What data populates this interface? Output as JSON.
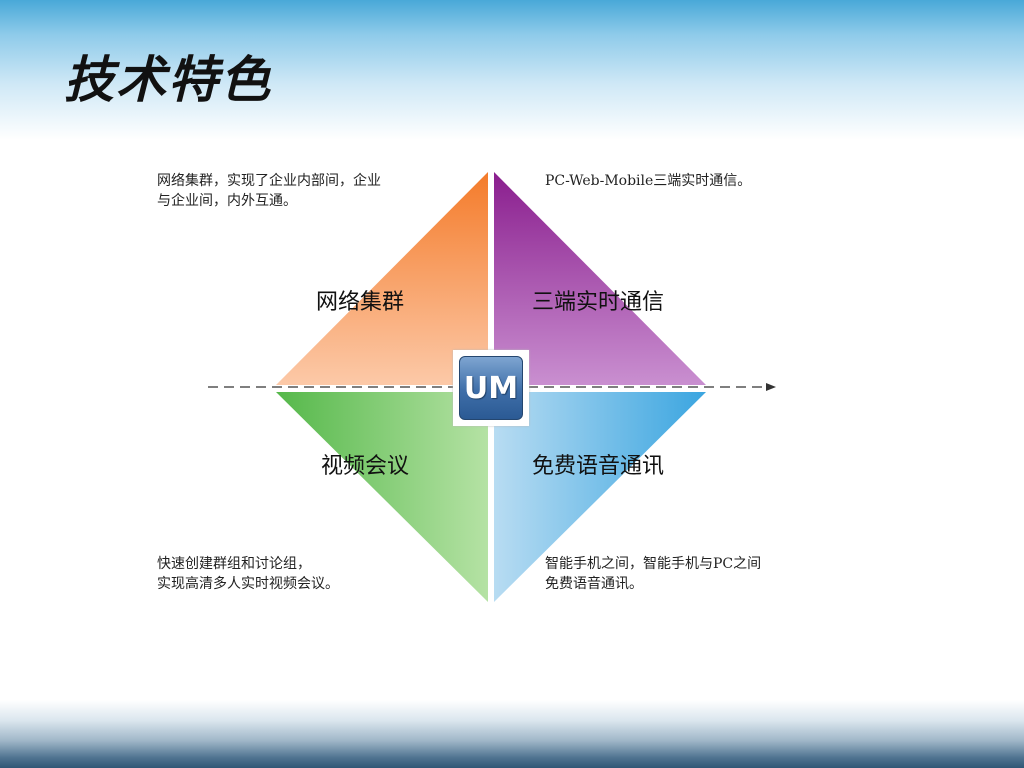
{
  "slide": {
    "title": "技术特色"
  },
  "quadrants": {
    "top_left": {
      "label": "网络集群",
      "desc_lines": [
        "网络集群，实现了企业内部间，企业",
        "与企业间，内外互通。"
      ]
    },
    "top_right": {
      "label": "三端实时通信",
      "desc_lines": [
        "PC-Web-Mobile三端实时通信。"
      ]
    },
    "bottom_left": {
      "label": "视频会议",
      "desc_lines": [
        "快速创建群组和讨论组，",
        "实现高清多人实时视频会议。"
      ]
    },
    "bottom_right": {
      "label": "免费语音通讯",
      "desc_lines": [
        "智能手机之间，智能手机与PC之间",
        "免费语音通讯。"
      ]
    }
  },
  "logo": {
    "text": "UM"
  },
  "colors": {
    "orange": "#f47b2a",
    "purple": "#8a1e8e",
    "green": "#55b84a",
    "blue": "#3aa5e0"
  }
}
